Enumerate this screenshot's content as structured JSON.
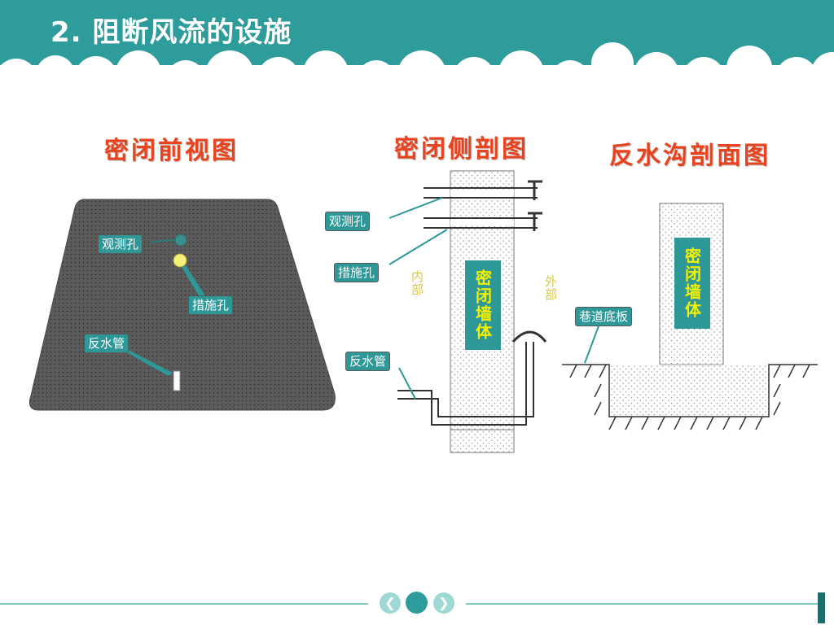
{
  "header": {
    "title": "2.  阻断风流的设施"
  },
  "panels": {
    "front_view": {
      "title": "密闭前视图",
      "labels": {
        "observation_hole": "观测孔",
        "measure_hole": "措施孔",
        "drain_pipe": "反水管"
      }
    },
    "side_section": {
      "title": "密闭侧剖图",
      "labels": {
        "observation_hole": "观测孔",
        "measure_hole": "措施孔",
        "drain_pipe": "反水管",
        "wall_body": "密闭墙体",
        "inside": "内部",
        "outside": "外部"
      }
    },
    "trench_section": {
      "title": "反水沟剖面图",
      "labels": {
        "wall_body": "密闭墙体",
        "roadway_floor": "巷道底板"
      }
    }
  },
  "nav": {
    "prev_icon": "chevron-left-icon",
    "next_icon": "chevron-right-icon"
  },
  "colors": {
    "accent": "#2d9c9a",
    "title_red": "#e8431e",
    "wall_fill": "#595959"
  }
}
